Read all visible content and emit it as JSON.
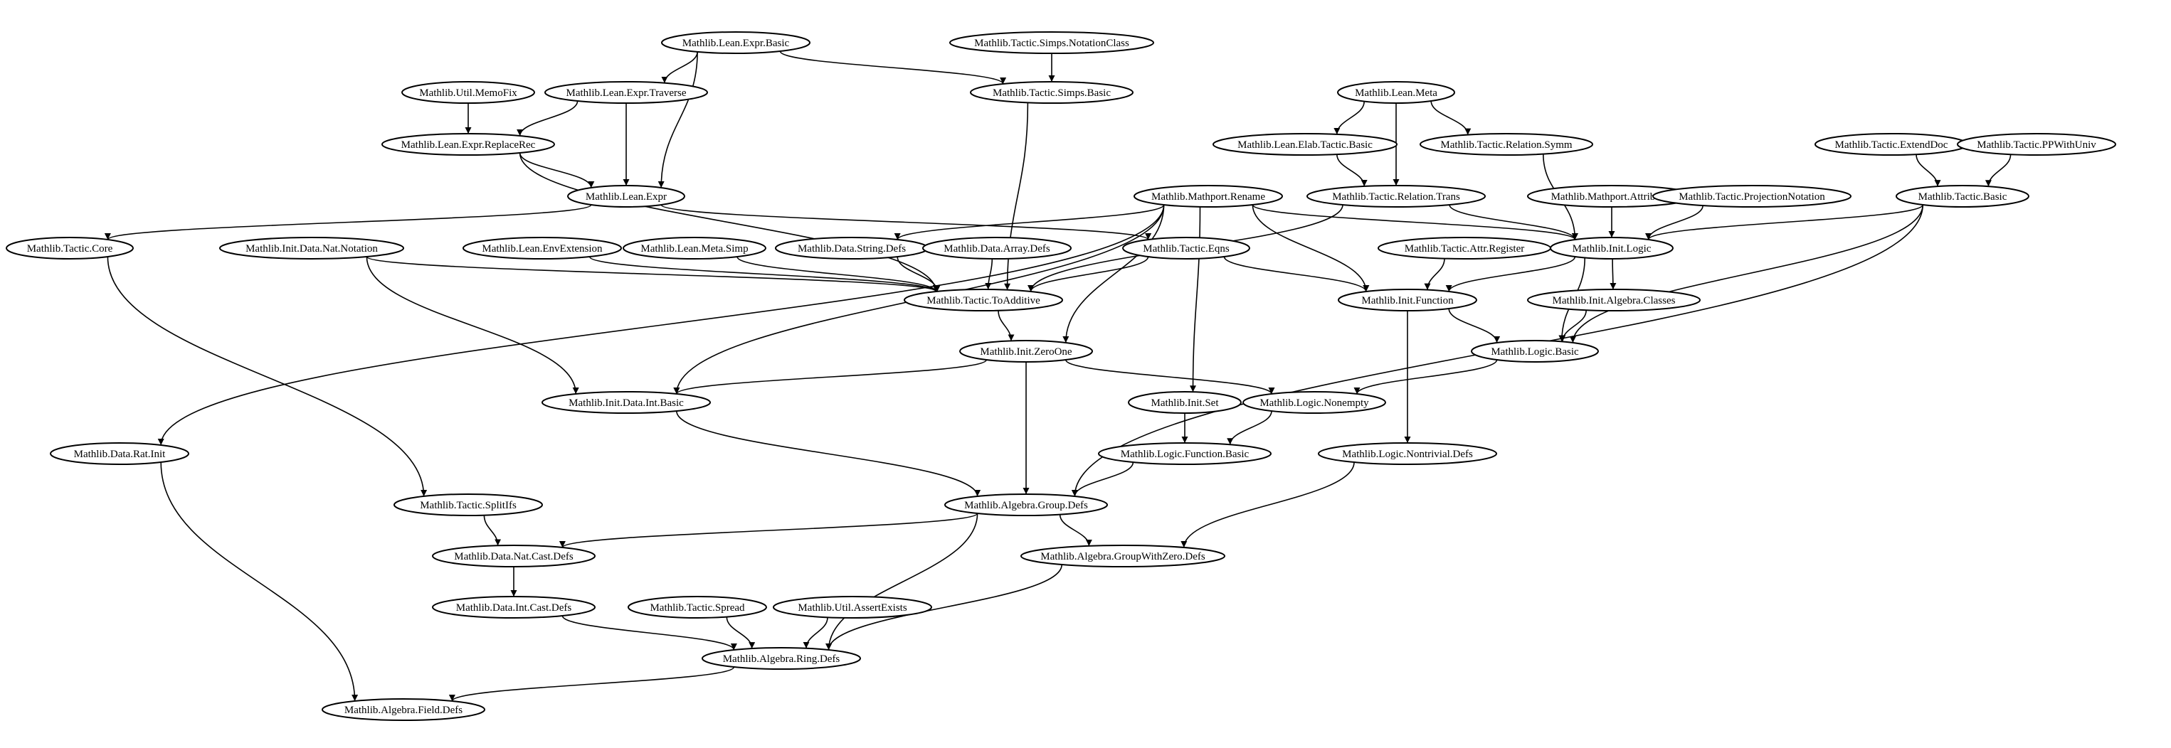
{
  "graph": {
    "nodes": [
      {
        "id": "lean_expr_basic",
        "label": "Mathlib.Lean.Expr.Basic"
      },
      {
        "id": "simps_notation",
        "label": "Mathlib.Tactic.Simps.NotationClass"
      },
      {
        "id": "memofix",
        "label": "Mathlib.Util.MemoFix"
      },
      {
        "id": "expr_traverse",
        "label": "Mathlib.Lean.Expr.Traverse"
      },
      {
        "id": "simps_basic",
        "label": "Mathlib.Tactic.Simps.Basic"
      },
      {
        "id": "lean_meta",
        "label": "Mathlib.Lean.Meta"
      },
      {
        "id": "replace_rec",
        "label": "Mathlib.Lean.Expr.ReplaceRec"
      },
      {
        "id": "elab_tactic_basic",
        "label": "Mathlib.Lean.Elab.Tactic.Basic"
      },
      {
        "id": "relation_symm",
        "label": "Mathlib.Tactic.Relation.Symm"
      },
      {
        "id": "extend_doc",
        "label": "Mathlib.Tactic.ExtendDoc"
      },
      {
        "id": "ppwithuniv",
        "label": "Mathlib.Tactic.PPWithUniv"
      },
      {
        "id": "lean_expr",
        "label": "Mathlib.Lean.Expr"
      },
      {
        "id": "mathport_rename",
        "label": "Mathlib.Mathport.Rename"
      },
      {
        "id": "relation_trans",
        "label": "Mathlib.Tactic.Relation.Trans"
      },
      {
        "id": "mathport_attrs",
        "label": "Mathlib.Mathport.Attributes"
      },
      {
        "id": "projection_notation",
        "label": "Mathlib.Tactic.ProjectionNotation"
      },
      {
        "id": "tactic_basic",
        "label": "Mathlib.Tactic.Basic"
      },
      {
        "id": "tactic_core",
        "label": "Mathlib.Tactic.Core"
      },
      {
        "id": "nat_notation",
        "label": "Mathlib.Init.Data.Nat.Notation"
      },
      {
        "id": "env_extension",
        "label": "Mathlib.Lean.EnvExtension"
      },
      {
        "id": "meta_simp",
        "label": "Mathlib.Lean.Meta.Simp"
      },
      {
        "id": "string_defs",
        "label": "Mathlib.Data.String.Defs"
      },
      {
        "id": "array_defs",
        "label": "Mathlib.Data.Array.Defs"
      },
      {
        "id": "tactic_eqns",
        "label": "Mathlib.Tactic.Eqns"
      },
      {
        "id": "attr_register",
        "label": "Mathlib.Tactic.Attr.Register"
      },
      {
        "id": "init_logic",
        "label": "Mathlib.Init.Logic"
      },
      {
        "id": "to_additive",
        "label": "Mathlib.Tactic.ToAdditive"
      },
      {
        "id": "init_function",
        "label": "Mathlib.Init.Function"
      },
      {
        "id": "algebra_classes",
        "label": "Mathlib.Init.Algebra.Classes"
      },
      {
        "id": "zero_one",
        "label": "Mathlib.Init.ZeroOne"
      },
      {
        "id": "logic_basic",
        "label": "Mathlib.Logic.Basic"
      },
      {
        "id": "int_basic",
        "label": "Mathlib.Init.Data.Int.Basic"
      },
      {
        "id": "init_set",
        "label": "Mathlib.Init.Set"
      },
      {
        "id": "logic_nonempty",
        "label": "Mathlib.Logic.Nonempty"
      },
      {
        "id": "rat_init",
        "label": "Mathlib.Data.Rat.Init"
      },
      {
        "id": "logic_function_basic",
        "label": "Mathlib.Logic.Function.Basic"
      },
      {
        "id": "nontrivial_defs",
        "label": "Mathlib.Logic.Nontrivial.Defs"
      },
      {
        "id": "splitifs",
        "label": "Mathlib.Tactic.SplitIfs"
      },
      {
        "id": "group_defs",
        "label": "Mathlib.Algebra.Group.Defs"
      },
      {
        "id": "nat_cast_defs",
        "label": "Mathlib.Data.Nat.Cast.Defs"
      },
      {
        "id": "group_with_zero_defs",
        "label": "Mathlib.Algebra.GroupWithZero.Defs"
      },
      {
        "id": "int_cast_defs",
        "label": "Mathlib.Data.Int.Cast.Defs"
      },
      {
        "id": "tactic_spread",
        "label": "Mathlib.Tactic.Spread"
      },
      {
        "id": "assert_exists",
        "label": "Mathlib.Util.AssertExists"
      },
      {
        "id": "ring_defs",
        "label": "Mathlib.Algebra.Ring.Defs"
      },
      {
        "id": "field_defs",
        "label": "Mathlib.Algebra.Field.Defs"
      }
    ],
    "edges": [
      [
        "lean_expr_basic",
        "expr_traverse"
      ],
      [
        "lean_expr_basic",
        "lean_expr"
      ],
      [
        "lean_expr_basic",
        "simps_basic"
      ],
      [
        "simps_notation",
        "simps_basic"
      ],
      [
        "memofix",
        "replace_rec"
      ],
      [
        "expr_traverse",
        "replace_rec"
      ],
      [
        "expr_traverse",
        "lean_expr"
      ],
      [
        "replace_rec",
        "lean_expr"
      ],
      [
        "replace_rec",
        "to_additive"
      ],
      [
        "lean_meta",
        "elab_tactic_basic"
      ],
      [
        "lean_meta",
        "relation_symm"
      ],
      [
        "lean_meta",
        "relation_trans"
      ],
      [
        "elab_tactic_basic",
        "relation_trans"
      ],
      [
        "relation_symm",
        "init_logic"
      ],
      [
        "extend_doc",
        "tactic_basic"
      ],
      [
        "ppwithuniv",
        "tactic_basic"
      ],
      [
        "lean_expr",
        "tactic_core"
      ],
      [
        "lean_expr",
        "tactic_eqns"
      ],
      [
        "simps_basic",
        "to_additive"
      ],
      [
        "mathport_rename",
        "rat_init"
      ],
      [
        "mathport_rename",
        "int_basic"
      ],
      [
        "mathport_rename",
        "string_defs"
      ],
      [
        "mathport_rename",
        "init_logic"
      ],
      [
        "mathport_rename",
        "init_function"
      ],
      [
        "mathport_rename",
        "zero_one"
      ],
      [
        "mathport_rename",
        "init_set"
      ],
      [
        "relation_trans",
        "init_logic"
      ],
      [
        "relation_trans",
        "to_additive"
      ],
      [
        "mathport_attrs",
        "init_logic"
      ],
      [
        "projection_notation",
        "init_logic"
      ],
      [
        "tactic_basic",
        "init_logic"
      ],
      [
        "tactic_basic",
        "logic_basic"
      ],
      [
        "tactic_basic",
        "group_defs"
      ],
      [
        "tactic_core",
        "splitifs"
      ],
      [
        "nat_notation",
        "to_additive"
      ],
      [
        "nat_notation",
        "int_basic"
      ],
      [
        "env_extension",
        "to_additive"
      ],
      [
        "meta_simp",
        "to_additive"
      ],
      [
        "string_defs",
        "to_additive"
      ],
      [
        "array_defs",
        "to_additive"
      ],
      [
        "tactic_eqns",
        "to_additive"
      ],
      [
        "tactic_eqns",
        "init_function"
      ],
      [
        "attr_register",
        "init_function"
      ],
      [
        "init_logic",
        "init_function"
      ],
      [
        "init_logic",
        "algebra_classes"
      ],
      [
        "init_logic",
        "logic_basic"
      ],
      [
        "to_additive",
        "zero_one"
      ],
      [
        "init_function",
        "logic_basic"
      ],
      [
        "init_function",
        "nontrivial_defs"
      ],
      [
        "algebra_classes",
        "logic_basic"
      ],
      [
        "zero_one",
        "int_basic"
      ],
      [
        "zero_one",
        "logic_nonempty"
      ],
      [
        "zero_one",
        "group_defs"
      ],
      [
        "logic_basic",
        "logic_nonempty"
      ],
      [
        "int_basic",
        "group_defs"
      ],
      [
        "init_set",
        "logic_function_basic"
      ],
      [
        "logic_nonempty",
        "logic_function_basic"
      ],
      [
        "logic_function_basic",
        "group_defs"
      ],
      [
        "nontrivial_defs",
        "group_with_zero_defs"
      ],
      [
        "rat_init",
        "field_defs"
      ],
      [
        "splitifs",
        "nat_cast_defs"
      ],
      [
        "group_defs",
        "nat_cast_defs"
      ],
      [
        "group_defs",
        "group_with_zero_defs"
      ],
      [
        "group_defs",
        "ring_defs"
      ],
      [
        "nat_cast_defs",
        "int_cast_defs"
      ],
      [
        "group_with_zero_defs",
        "ring_defs"
      ],
      [
        "int_cast_defs",
        "ring_defs"
      ],
      [
        "tactic_spread",
        "ring_defs"
      ],
      [
        "assert_exists",
        "ring_defs"
      ],
      [
        "ring_defs",
        "field_defs"
      ]
    ]
  }
}
